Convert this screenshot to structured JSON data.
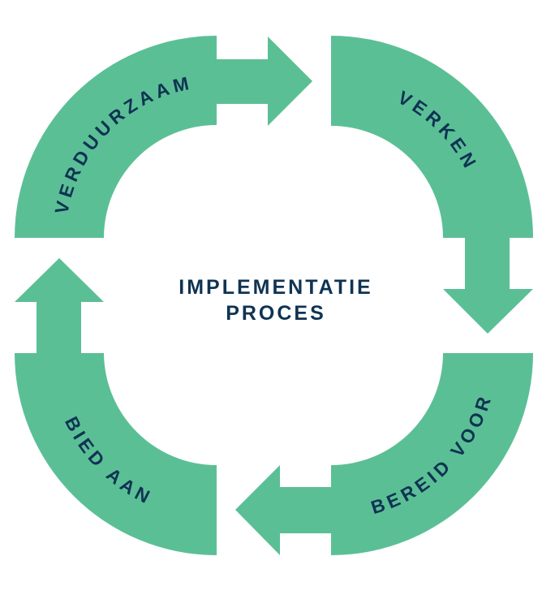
{
  "colors": {
    "segment": "#5bbf96",
    "text": "#0f3352"
  },
  "center": {
    "line1": "IMPLEMENTATIE",
    "line2": "PROCES"
  },
  "steps": [
    {
      "label": "VERKEN"
    },
    {
      "label": "BEREID VOOR"
    },
    {
      "label": "BIED AAN"
    },
    {
      "label": "VERDUURZAAM"
    }
  ]
}
